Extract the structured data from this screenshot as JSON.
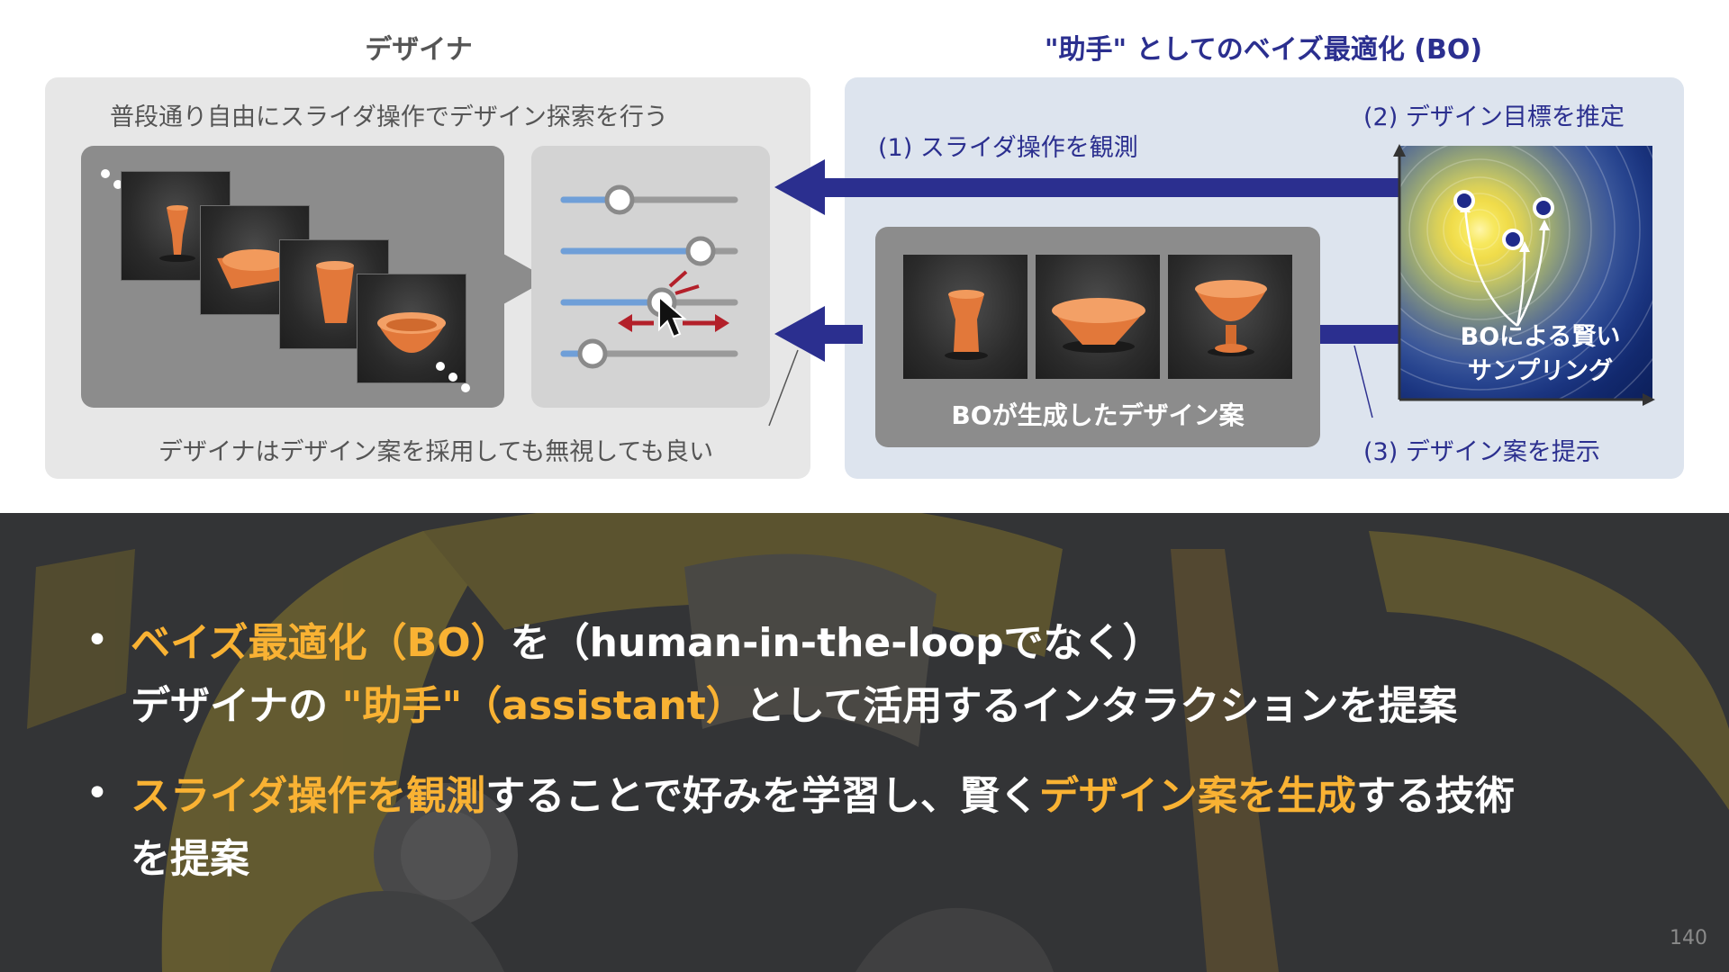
{
  "headers": {
    "designer": "デザイナ",
    "bo_assistant": "\"助手\" としてのベイズ最適化 (BO)"
  },
  "left_panel": {
    "top_note": "普段通り自由にスライダ操作でデザイン探索を行う",
    "bottom_note": "デザイナはデザイン案を採用しても無視しても良い",
    "slider_levels": [
      0.33,
      0.8,
      0.57,
      0.17
    ]
  },
  "right_panel": {
    "step1": "(1) スライダ操作を観測",
    "step2": "(2) デザイン目標を推定",
    "step3": "(3) デザイン案を提示",
    "generated_label": "BOが生成したデザイン案",
    "sampling_label_line1": "BOによる賢い",
    "sampling_label_line2": "サンプリング"
  },
  "bullets": {
    "b1_l1_hl": "ベイズ最適化（BO）",
    "b1_l1_rest": "を（human-in-the-loopでなく）",
    "b1_l2_pre": "デザイナの ",
    "b1_l2_hl": "\"助手\"（assistant）",
    "b1_l2_rest": "として活用するインタラクションを提案",
    "b2_l1_hl1": "スライダ操作を観測",
    "b2_l1_mid": "することで好みを学習し、賢く",
    "b2_l1_hl2": "デザイン案を生成",
    "b2_l1_rest": "する技術",
    "b2_l2": "を提案"
  },
  "page_number": "140",
  "colors": {
    "accent_blue": "#2b2f8f",
    "highlight_orange": "#f9b233",
    "slider_fill": "#6f9fd8",
    "arrow_red": "#b3202a"
  }
}
